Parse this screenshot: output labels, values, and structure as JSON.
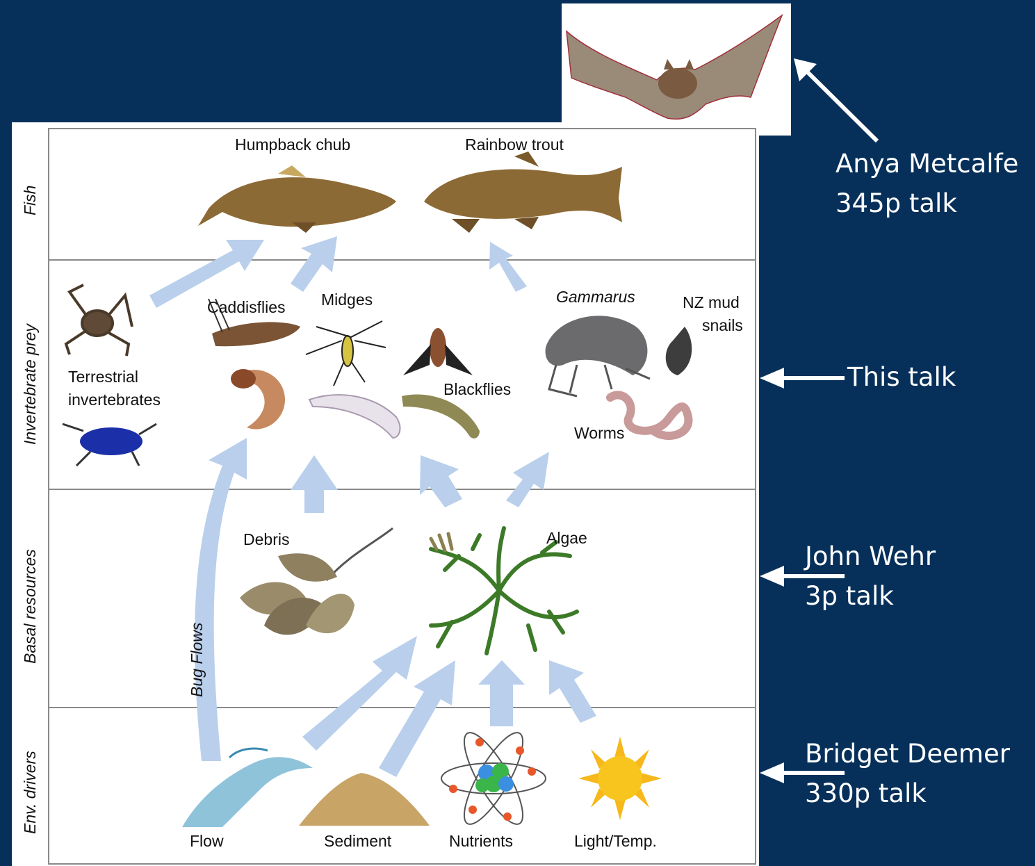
{
  "rows": {
    "fish": "Fish",
    "invertebrate_prey": "Invertebrate prey",
    "basal_resources": "Basal resources",
    "env_drivers": "Env. drivers"
  },
  "labels": {
    "humpback_chub": "Humpback chub",
    "rainbow_trout": "Rainbow trout",
    "caddisflies": "Caddisflies",
    "midges": "Midges",
    "gammarus": "Gammarus",
    "nz_mud_snails_1": "NZ mud",
    "nz_mud_snails_2": "snails",
    "terrestrial_1": "Terrestrial",
    "terrestrial_2": "invertebrates",
    "blackflies": "Blackflies",
    "worms": "Worms",
    "debris": "Debris",
    "algae": "Algae",
    "bug_flows": "Bug Flows",
    "flow": "Flow",
    "sediment": "Sediment",
    "nutrients": "Nutrients",
    "light_temp": "Light/Temp."
  },
  "talks": {
    "anya_1": "Anya Metcalfe",
    "anya_2": "345p talk",
    "this_talk": "This talk",
    "john_1": "John Wehr",
    "john_2": "3p talk",
    "bridget_1": "Bridget Deemer",
    "bridget_2": "330p talk"
  },
  "colors": {
    "background": "#06305a",
    "arrow": "#b9cfec",
    "grid": "#8a8a8a"
  }
}
